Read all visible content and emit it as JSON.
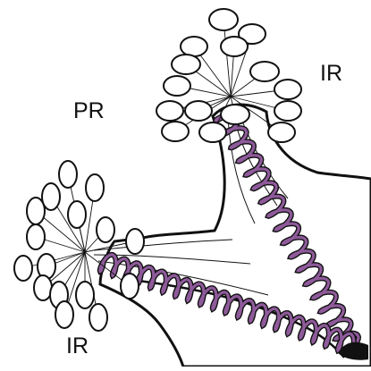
{
  "labels": {
    "pr": "PR",
    "ir_top": "IR",
    "ir_bottom": "IR"
  },
  "colors": {
    "outline": "#111111",
    "fill": "#ffffff",
    "coil": "#8e5a9a",
    "background": "#ffffff"
  }
}
